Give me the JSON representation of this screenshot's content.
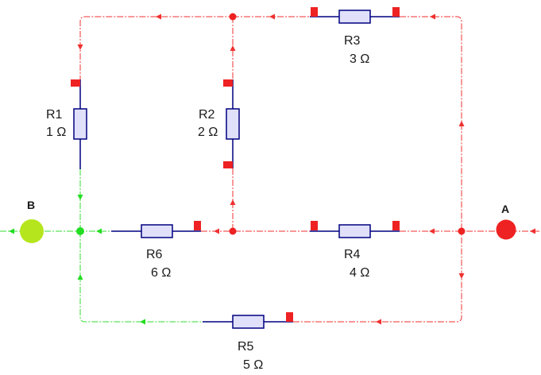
{
  "diagram": {
    "type": "circuit-schematic",
    "colors": {
      "current_red": "#f03030",
      "current_green": "#33dd33",
      "wire_blue": "#000080",
      "resistor_fill": "#e0e0fa",
      "terminal_marker": "#ee2222",
      "node_A": "#ee2222",
      "node_B": "#b5e61d"
    },
    "terminals": [
      {
        "id": "A",
        "label": "A"
      },
      {
        "id": "B",
        "label": "B"
      }
    ],
    "resistors": [
      {
        "id": "R1",
        "name": "R1",
        "value": "1 Ω"
      },
      {
        "id": "R2",
        "name": "R2",
        "value": "2 Ω"
      },
      {
        "id": "R3",
        "name": "R3",
        "value": "3 Ω"
      },
      {
        "id": "R4",
        "name": "R4",
        "value": "4 Ω"
      },
      {
        "id": "R5",
        "name": "R5",
        "value": "5 Ω"
      },
      {
        "id": "R6",
        "name": "R6",
        "value": "6 Ω"
      }
    ]
  }
}
